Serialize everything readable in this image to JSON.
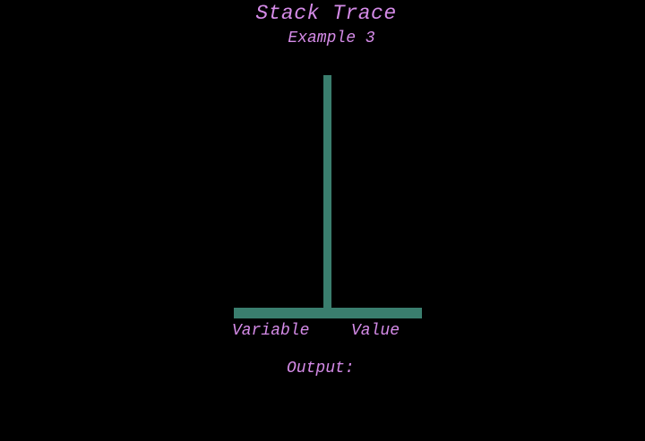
{
  "header": {
    "title": "Stack Trace",
    "subtitle": "Example 3"
  },
  "stack_table": {
    "columns": [
      "Variable",
      "Value"
    ],
    "rows": []
  },
  "output": {
    "label": "Output:",
    "text": ""
  },
  "colors": {
    "background": "#000000",
    "text": "#d58be8",
    "stack_lines": "#3a7e6e"
  }
}
